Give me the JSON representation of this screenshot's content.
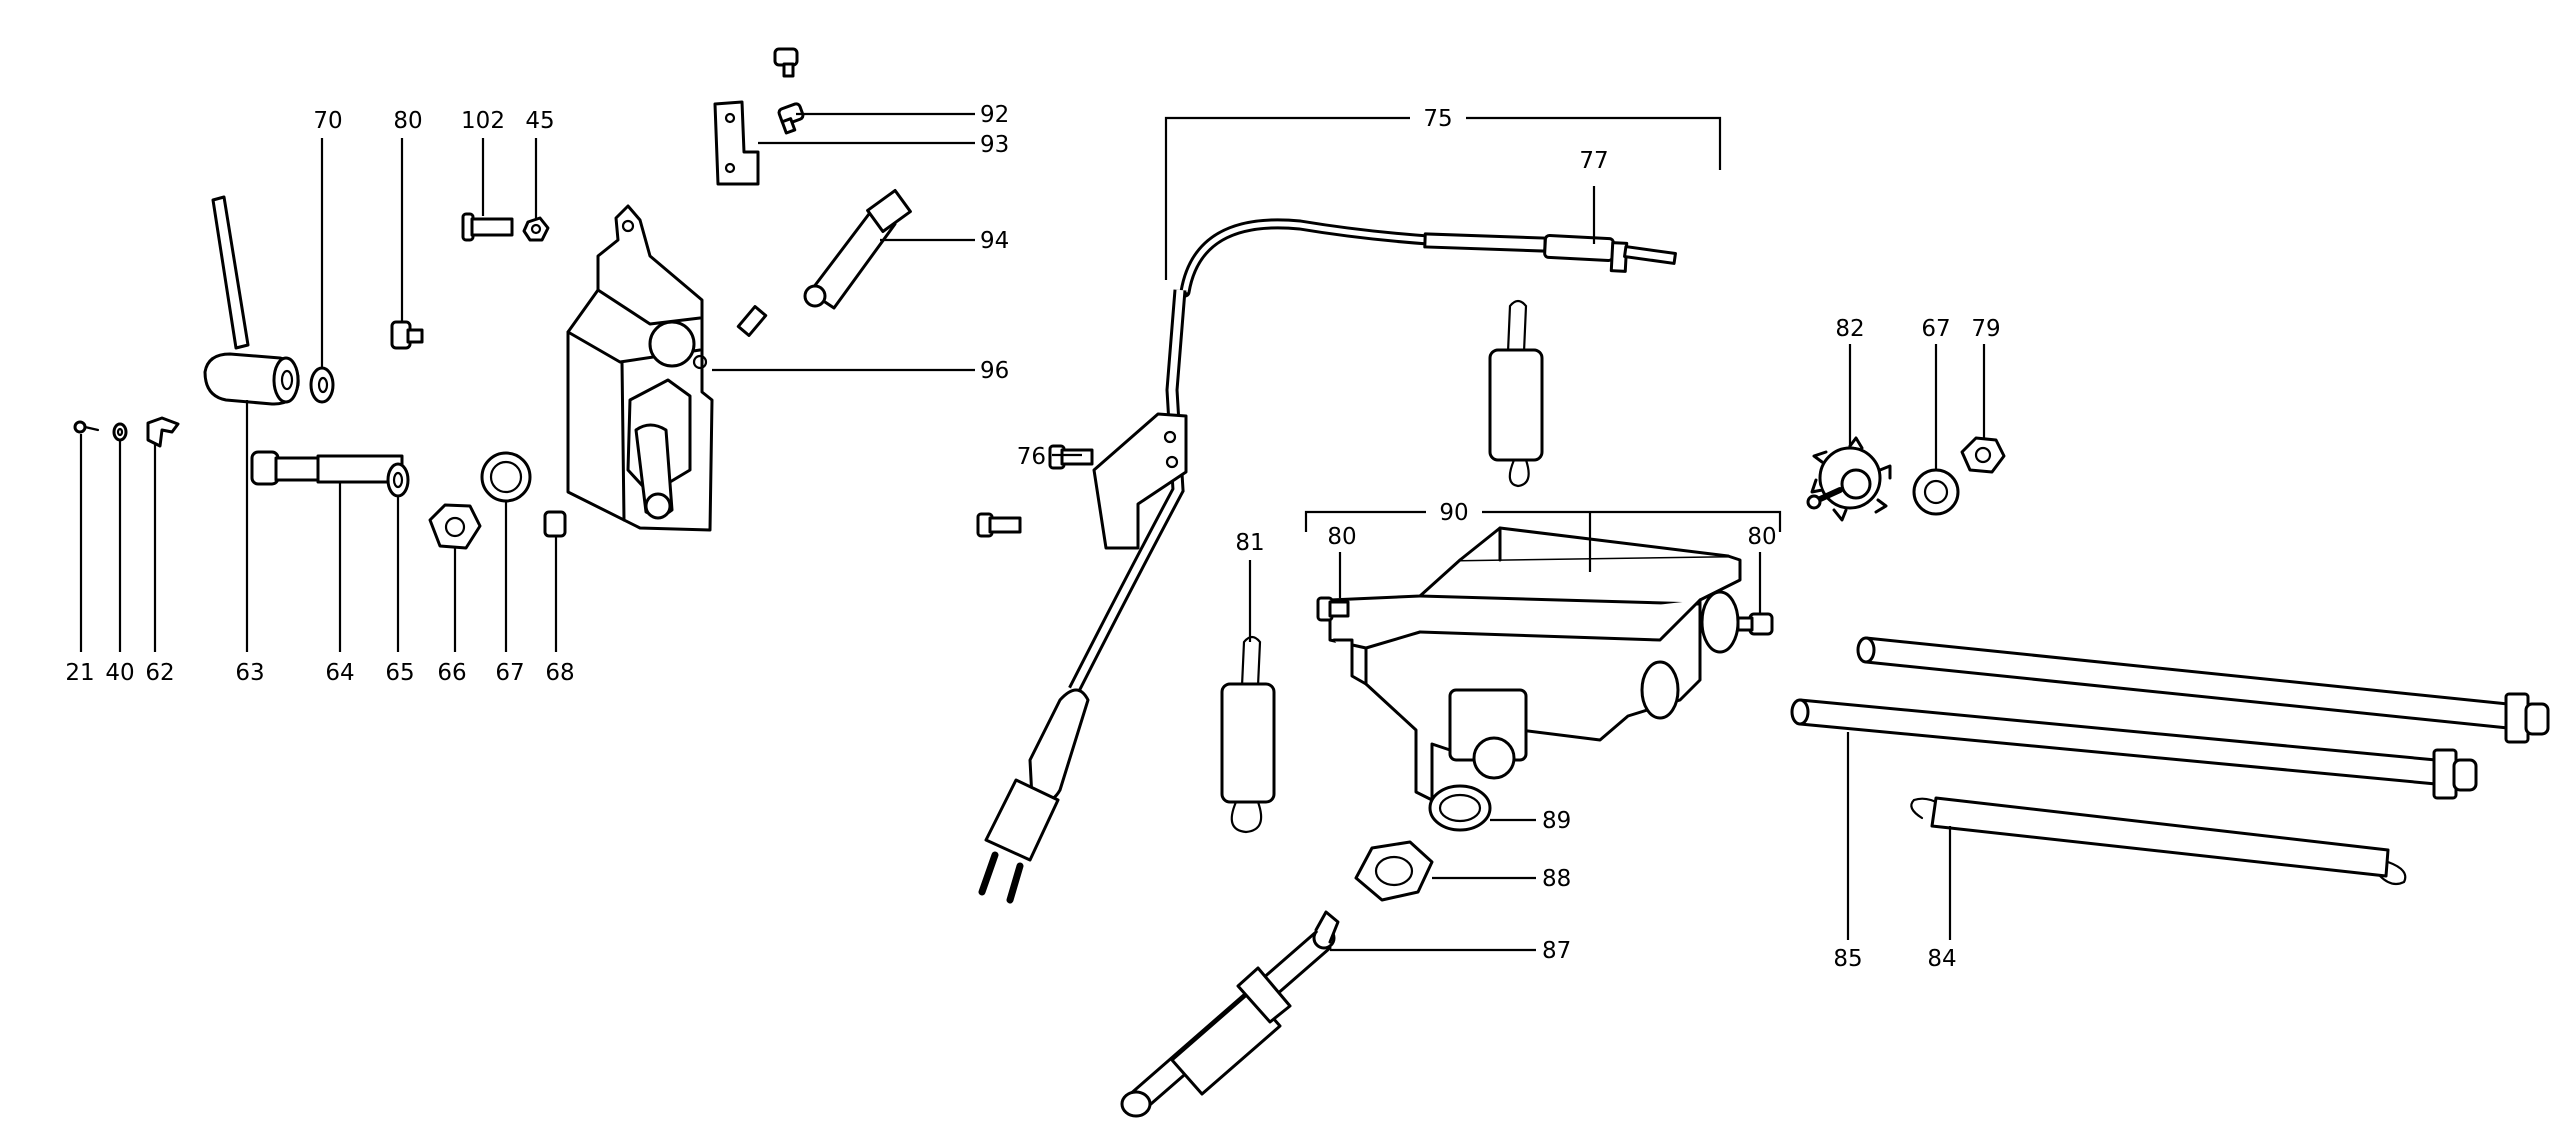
{
  "parts": [
    {
      "key": "p21",
      "number": "21"
    },
    {
      "key": "p40",
      "number": "40"
    },
    {
      "key": "p62",
      "number": "62"
    },
    {
      "key": "p63",
      "number": "63"
    },
    {
      "key": "p64",
      "number": "64"
    },
    {
      "key": "p65",
      "number": "65"
    },
    {
      "key": "p66",
      "number": "66"
    },
    {
      "key": "p67a",
      "number": "67"
    },
    {
      "key": "p68",
      "number": "68"
    },
    {
      "key": "p70",
      "number": "70"
    },
    {
      "key": "p80a",
      "number": "80"
    },
    {
      "key": "p102",
      "number": "102"
    },
    {
      "key": "p45",
      "number": "45"
    },
    {
      "key": "p92",
      "number": "92"
    },
    {
      "key": "p93",
      "number": "93"
    },
    {
      "key": "p94",
      "number": "94"
    },
    {
      "key": "p96",
      "number": "96"
    },
    {
      "key": "p75",
      "number": "75"
    },
    {
      "key": "p77",
      "number": "77"
    },
    {
      "key": "p76",
      "number": "76"
    },
    {
      "key": "p82",
      "number": "82"
    },
    {
      "key": "p67b",
      "number": "67"
    },
    {
      "key": "p79",
      "number": "79"
    },
    {
      "key": "p90",
      "number": "90"
    },
    {
      "key": "p80b",
      "number": "80"
    },
    {
      "key": "p80c",
      "number": "80"
    },
    {
      "key": "p81",
      "number": "81"
    },
    {
      "key": "p89",
      "number": "89"
    },
    {
      "key": "p88",
      "number": "88"
    },
    {
      "key": "p87",
      "number": "87"
    },
    {
      "key": "p85",
      "number": "85"
    },
    {
      "key": "p84",
      "number": "84"
    }
  ]
}
